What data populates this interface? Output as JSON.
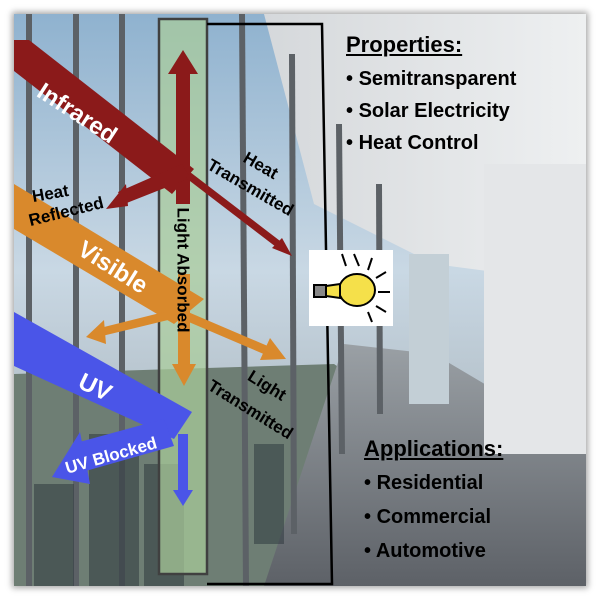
{
  "properties": {
    "title": "Properties:",
    "items": [
      "Semitransparent",
      "Solar Electricity",
      "Heat Control"
    ]
  },
  "applications": {
    "title": "Applications:",
    "items": [
      "Residential",
      "Commercial",
      "Automotive"
    ]
  },
  "rays": {
    "infrared": "Infrared",
    "visible": "Visible",
    "uv": "UV"
  },
  "labels": {
    "heat_reflected_1": "Heat",
    "heat_reflected_2": "Reflected",
    "heat_transmitted_1": "Heat",
    "heat_transmitted_2": "Transmitted",
    "light_absorbed": "Light Absorbed",
    "light_transmitted_1": "Light",
    "light_transmitted_2": "Transmitted",
    "uv_blocked": "UV Blocked"
  },
  "colors": {
    "infrared": "#8b1a1a",
    "visible": "#d9892c",
    "uv": "#4a55e8",
    "panel": "#a9cc9a"
  },
  "icons": {
    "bulb": "light-bulb-icon"
  }
}
